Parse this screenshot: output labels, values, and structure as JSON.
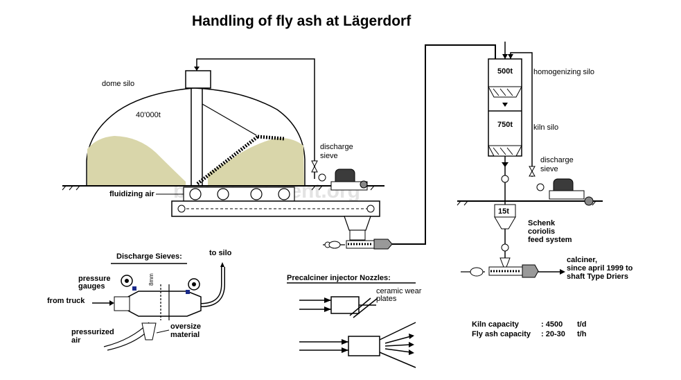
{
  "title": "Handling of fly ash at Lägerdorf",
  "watermark": "bulkequipment.org",
  "dome": {
    "name": "dome silo",
    "capacity": "40'000t"
  },
  "labels": {
    "fluidizing_air": "fluidizing air",
    "discharge_sieve_left": "discharge sieve",
    "discharge_sieve_right": "discharge sieve",
    "homogenizing_silo": "homogenizing silo",
    "kiln_silo": "kiln silo",
    "schenk": "Schenk coriolis feed system",
    "calciner": "calciner, since april 1999 to shaft Type Driers",
    "to_silo": "to silo",
    "pressure_gauges": "pressure gauges",
    "from_truck": "from truck",
    "pressurized_air": "pressurized air",
    "oversize_material": "oversize material",
    "dim_8mm": "8mm"
  },
  "silo_levels": {
    "top": "500t",
    "mid": "750t",
    "bottom": "15t"
  },
  "sections": {
    "discharge_sieves": "Discharge Sieves:",
    "precalciner": "Precalciner injector Nozzles:",
    "ceramic": "ceramic wear plates"
  },
  "capacities": [
    {
      "label": "Kiln capacity",
      "value": ": 4500",
      "unit": "t/d"
    },
    {
      "label": "Fly ash capacity",
      "value": ": 20-30",
      "unit": "t/h"
    }
  ]
}
